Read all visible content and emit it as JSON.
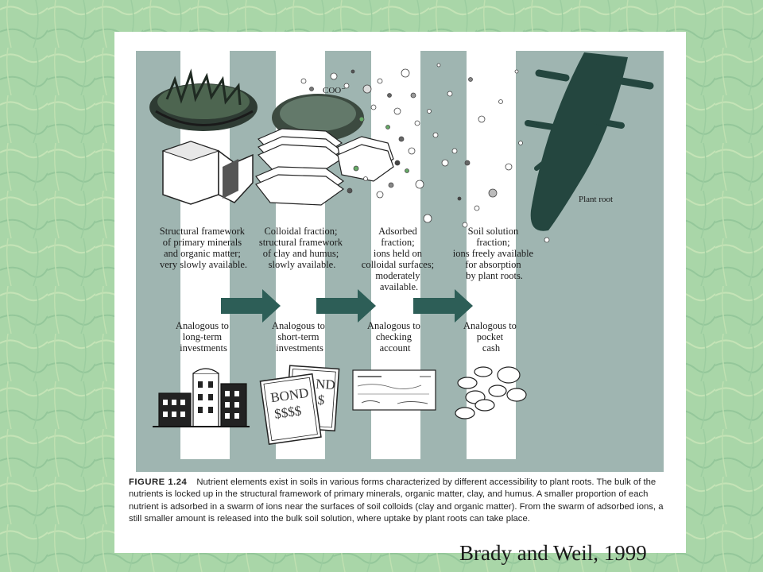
{
  "stages": [
    {
      "description": [
        "Structural framework",
        "of primary minerals",
        "and organic matter;",
        "very slowly available."
      ],
      "analogy": [
        "Analogous to",
        "long-term",
        "investments"
      ]
    },
    {
      "description": [
        "Colloidal fraction;",
        "structural framework",
        "of clay and humus;",
        "slowly available."
      ],
      "analogy": [
        "Analogous to",
        "short-term",
        "investments"
      ]
    },
    {
      "description": [
        "Adsorbed",
        "fraction;",
        "ions held on",
        "colloidal surfaces;",
        "moderately",
        "available."
      ],
      "analogy": [
        "Analogous to",
        "checking",
        "account"
      ]
    },
    {
      "description": [
        "Soil solution",
        "fraction;",
        "ions freely available",
        "for absorption",
        "by plant roots."
      ],
      "analogy": [
        "Analogous to",
        "pocket",
        "cash"
      ]
    }
  ],
  "labels": {
    "coo": "COO⁻",
    "plant_root": "Plant root",
    "bond_front": "BOND",
    "bond_front_amount": "$$$$",
    "bond_back": "ND",
    "bond_back_amount": "$"
  },
  "caption": {
    "figure_label": "FIGURE 1.24",
    "text": "Nutrient elements exist in soils in various forms characterized by different accessibility to plant roots. The bulk of the nutrients is locked up in the structural framework of primary minerals, organic matter, clay, and humus. A smaller proportion of each nutrient is adsorbed in a swarm of ions near the surfaces of soil colloids (clay and organic matter). From the swarm of adsorbed ions, a still smaller amount is released into the bulk soil solution, where uptake by plant roots can take place."
  },
  "credit": "Brady and Weil, 1999",
  "colors": {
    "slide_background": "#a9d6a8",
    "diagram_panel": "#9fb5b1",
    "column_stripe": "#ffffff",
    "arrow": "#2d5e57",
    "root": "#24463f"
  }
}
